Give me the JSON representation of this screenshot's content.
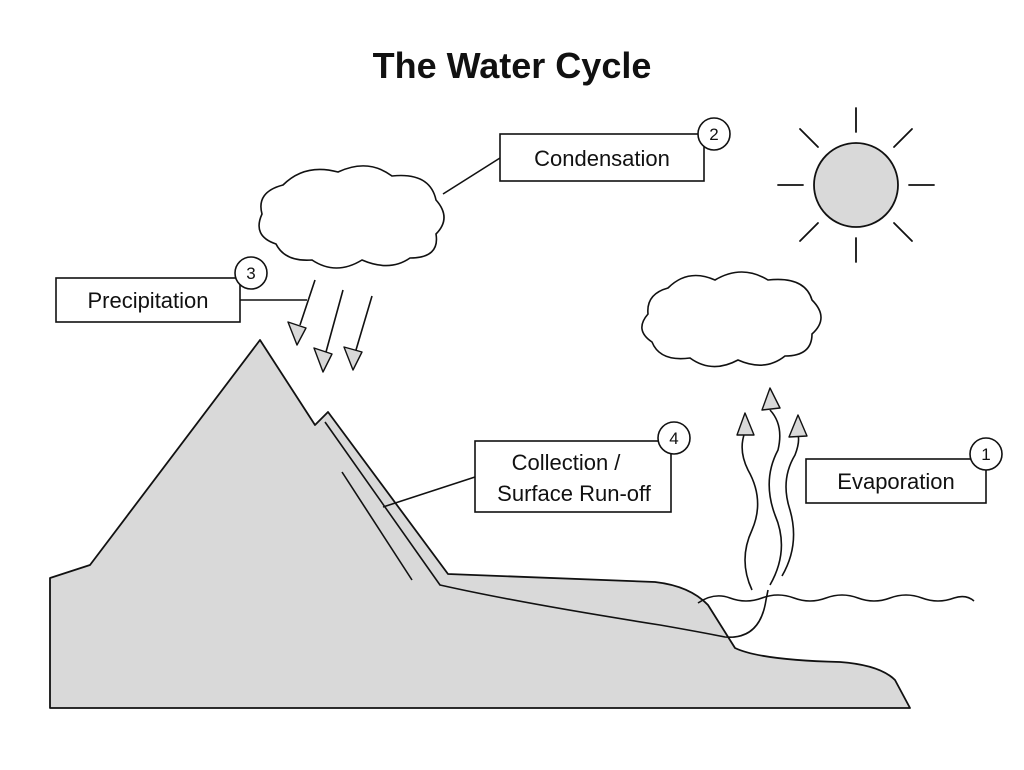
{
  "title": "The Water Cycle",
  "colors": {
    "land_fill": "#d9d9d9",
    "sun_fill": "#d9d9d9",
    "stroke": "#111111",
    "background": "#ffffff"
  },
  "stages": [
    {
      "number": "1",
      "lines": [
        "Evaporation"
      ]
    },
    {
      "number": "2",
      "lines": [
        "Condensation"
      ]
    },
    {
      "number": "3",
      "lines": [
        "Precipitation"
      ]
    },
    {
      "number": "4",
      "lines": [
        "Collection /",
        "Surface Run-off"
      ]
    }
  ],
  "icons": [
    "sun-icon",
    "cloud-icon",
    "rain-arrow-icon",
    "vapor-arrow-icon",
    "mountain-icon",
    "water-wave-icon"
  ]
}
